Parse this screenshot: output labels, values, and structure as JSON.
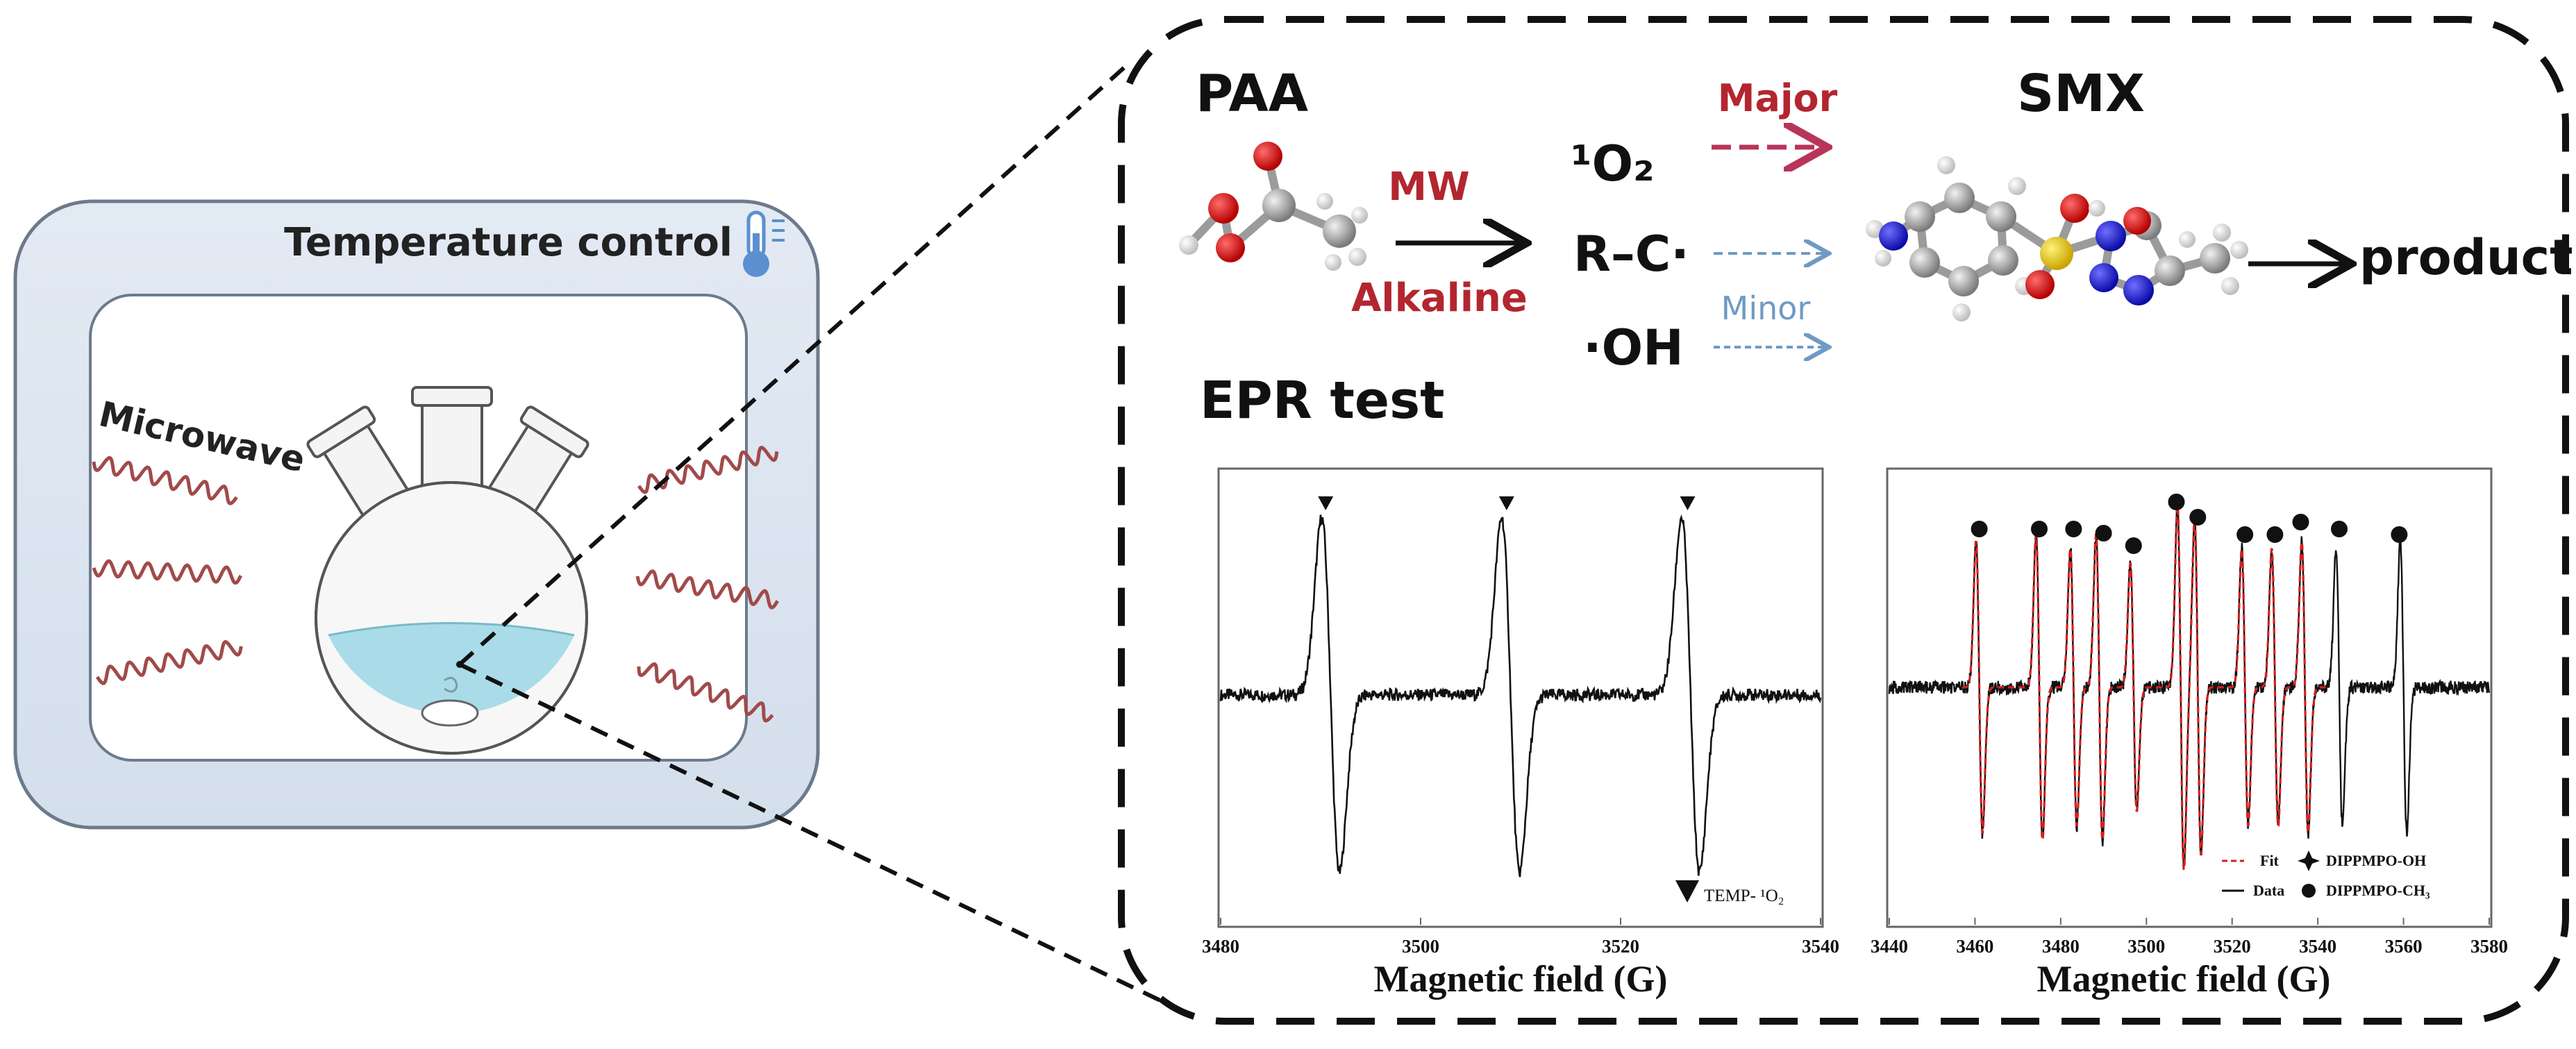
{
  "left_panel": {
    "temperature_label": "Temperature control",
    "microwave_label": "Microwave"
  },
  "scheme": {
    "reactant_label": "PAA",
    "target_label": "SMX",
    "condition_top": "MW",
    "condition_bottom": "Alkaline",
    "species_1": "¹O₂",
    "species_2": "R–C·",
    "species_3": "·OH",
    "major_label": "Major",
    "minor_label": "Minor",
    "product_label": "product",
    "epr_title": "EPR test"
  },
  "colors": {
    "accent_red": "#b3262f",
    "major_arrow": "#b8355a",
    "minor_arrow": "#6f9ac4",
    "chamber_fill": "#dde6f1",
    "water": "#a9dce8",
    "fit_line": "#d42020"
  },
  "chart_data": [
    {
      "type": "line",
      "xlabel": "Magnetic field (G)",
      "xlim": [
        3480,
        3540
      ],
      "ticks": [
        3480,
        3500,
        3520,
        3540
      ],
      "legend": "bottom-right",
      "legend_entries": [
        {
          "name": "TEMP- ¹O₂",
          "marker": "triangle-down"
        }
      ],
      "peaks": [
        3491,
        3509,
        3527
      ],
      "marker_positions": [
        3490.5,
        3508.6,
        3526.7
      ],
      "series": [
        {
          "name": "",
          "peak_positions": [
            3491,
            3509,
            3527
          ]
        }
      ]
    },
    {
      "type": "line",
      "xlabel": "Magnetic field (G)",
      "xlim": [
        3440,
        3580
      ],
      "ticks": [
        3440,
        3460,
        3480,
        3500,
        3520,
        3540,
        3560,
        3580
      ],
      "legend": "bottom-right",
      "legend_entries": [
        {
          "name": "Fit",
          "style": "dashed-red"
        },
        {
          "name": "DIPPMPO-OH",
          "marker": "star"
        },
        {
          "name": "Data",
          "style": "solid-black"
        },
        {
          "name": "DIPPMPO-CH₃",
          "marker": "circle"
        }
      ],
      "peaks": [
        3461,
        3475,
        3483,
        3489,
        3497,
        3508,
        3512,
        3523,
        3530,
        3537,
        3545,
        3560
      ],
      "marker_positions": [
        3461,
        3475,
        3483,
        3490,
        3497,
        3507,
        3512,
        3523,
        3530,
        3536,
        3545,
        3559
      ]
    }
  ]
}
